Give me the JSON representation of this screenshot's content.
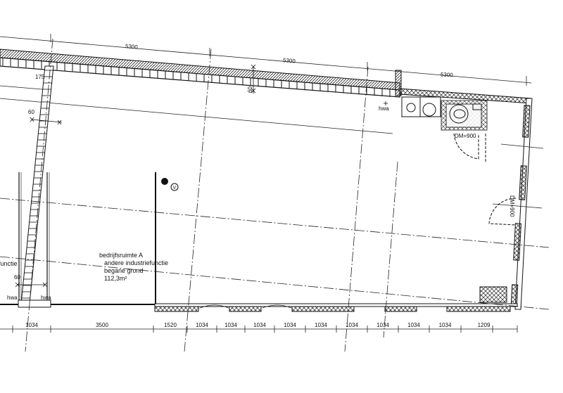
{
  "drawing": {
    "room": {
      "name": "bedrijfsruimte A",
      "function": "andere industriefunctie",
      "floor": "begane grond",
      "area": "112,3m²"
    },
    "partial_label": "functie",
    "top_dimensions": [
      "5300",
      "5300",
      "5300"
    ],
    "bottom_dimensions": [
      "1034",
      "3500",
      "1520",
      "1034",
      "1034",
      "1034",
      "1034",
      "1034",
      "1034",
      "1034",
      "1034",
      "1034",
      "1209"
    ],
    "annotations": {
      "d175": "175",
      "d60a": "60",
      "d60b": "60",
      "d60c": "60",
      "hwa_right": "hwa",
      "hwa_left1": "hwa",
      "hwa_left2": "hwa",
      "door1": "DM=900",
      "door2": "DM=900",
      "valve_symbol": "V"
    }
  }
}
